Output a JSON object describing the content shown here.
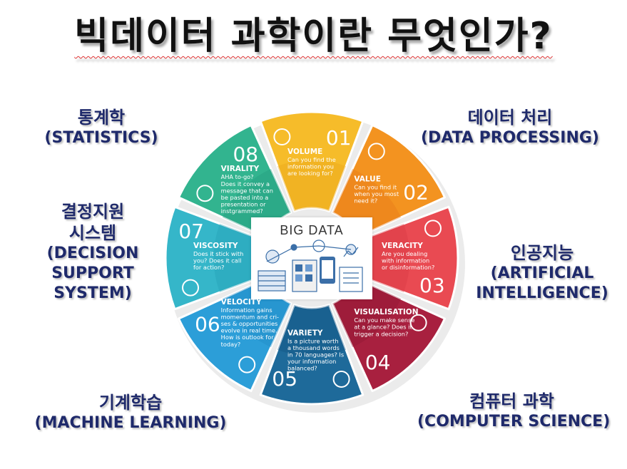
{
  "title": "빅데이터 과학이란 무엇인가?",
  "labels": {
    "statistics": {
      "ko": "통계학",
      "en": "(STATISTICS)"
    },
    "data_processing": {
      "ko": "데이터 처리",
      "en": "(DATA PROCESSING)"
    },
    "decision_support": {
      "ko_1": "결정지원",
      "ko_2": "시스템",
      "en_1": "(DECISION",
      "en_2": "SUPPORT",
      "en_3": "SYSTEM)"
    },
    "ai": {
      "ko": "인공지능",
      "en_1": "(ARTIFICIAL",
      "en_2": "INTELLIGENCE)"
    },
    "machine_learning": {
      "ko": "기계학습",
      "en": "(MACHINE LEARNING)"
    },
    "computer_science": {
      "ko": "컴퓨터 과학",
      "en": "(COMPUTER SCIENCE)"
    }
  },
  "center": {
    "title": "BIG DATA"
  },
  "petals": [
    {
      "num": "01",
      "name": "VOLUME",
      "lines": [
        "Can you find the",
        "information you",
        "are looking for?"
      ],
      "color": "#f6bc2a",
      "dark": "#e9a416",
      "icon": "lightbulb-icon"
    },
    {
      "num": "02",
      "name": "VALUE",
      "lines": [
        "Can you find it",
        "when you most",
        "need it?"
      ],
      "color": "#f39320",
      "dark": "#e6761a",
      "icon": "envelope-icon"
    },
    {
      "num": "03",
      "name": "VERACITY",
      "lines": [
        "Are you dealing",
        "with information",
        "or disinformation?"
      ],
      "color": "#e94a52",
      "dark": "#d63641",
      "icon": "people-icon"
    },
    {
      "num": "04",
      "name": "VISUALISATION",
      "lines": [
        "Can you make sense",
        "at a glance? Does it",
        "trigger a decision?"
      ],
      "color": "#a8203f",
      "dark": "#8d1832",
      "icon": "pie-chart-icon"
    },
    {
      "num": "05",
      "name": "VARIETY",
      "lines": [
        "Is a picture worth",
        "a thousand words",
        "in 70 languages? Is",
        "your information",
        "balanced?"
      ],
      "color": "#1e6a9a",
      "dark": "#114f7e",
      "icon": "cycle-icon"
    },
    {
      "num": "06",
      "name": "VELOCITY",
      "lines": [
        "Information gains",
        "momentum and cri-",
        "ses & opportunities",
        "evolve in real time.",
        "How is outlook for",
        "today?"
      ],
      "color": "#2c9ed8",
      "dark": "#1f88c4",
      "icon": "dollar-icon"
    },
    {
      "num": "07",
      "name": "VISCOSITY",
      "lines": [
        "Does it stick with",
        "you? Does it call",
        "for action?"
      ],
      "color": "#35b6c9",
      "dark": "#229fb3",
      "icon": "handshake-icon"
    },
    {
      "num": "08",
      "name": "VIRALITY",
      "lines": [
        "AHA to-go?",
        "Does it convey a",
        "message that can",
        "be pasted into a",
        "presentation or",
        "instgrammed?"
      ],
      "color": "#32b48f",
      "dark": "#21987a",
      "icon": "bar-chart-icon"
    }
  ]
}
